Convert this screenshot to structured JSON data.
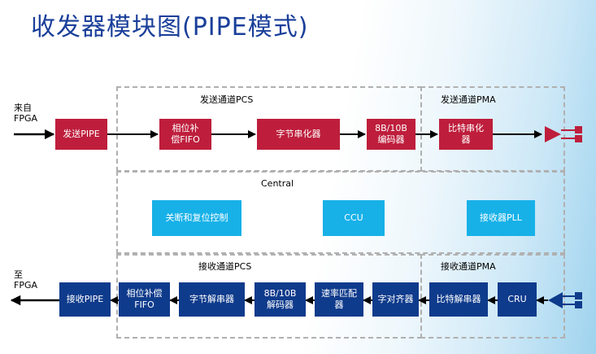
{
  "title": "收发器模块图(PIPE模式)",
  "io": {
    "from_fpga": "来自\nFPGA",
    "to_fpga": "至\nFPGA"
  },
  "regions": {
    "tx_pcs": "发送通道PCS",
    "tx_pma": "发送通道PMA",
    "central": "Central",
    "rx_pcs": "接收通道PCS",
    "rx_pma": "接收通道PMA"
  },
  "tx_blocks": [
    "发送PIPE",
    "相位补\n偿FIFO",
    "字节串化器",
    "8B/10B\n编码器",
    "比特串化\n器"
  ],
  "central_blocks": [
    "关断和复位控制",
    "CCU",
    "接收器PLL"
  ],
  "rx_blocks": [
    "接收PIPE",
    "相位补偿\nFIFO",
    "字节解串器",
    "8B/10B\n解码器",
    "速率匹配\n器",
    "字对齐器",
    "比特解串器",
    "CRU"
  ],
  "colors": {
    "title": "#1a3f9a",
    "tx_block": "#be1e3c",
    "rx_block": "#0f3b8c",
    "central_block": "#17b1e8",
    "region_border": "#b0b0b0"
  }
}
